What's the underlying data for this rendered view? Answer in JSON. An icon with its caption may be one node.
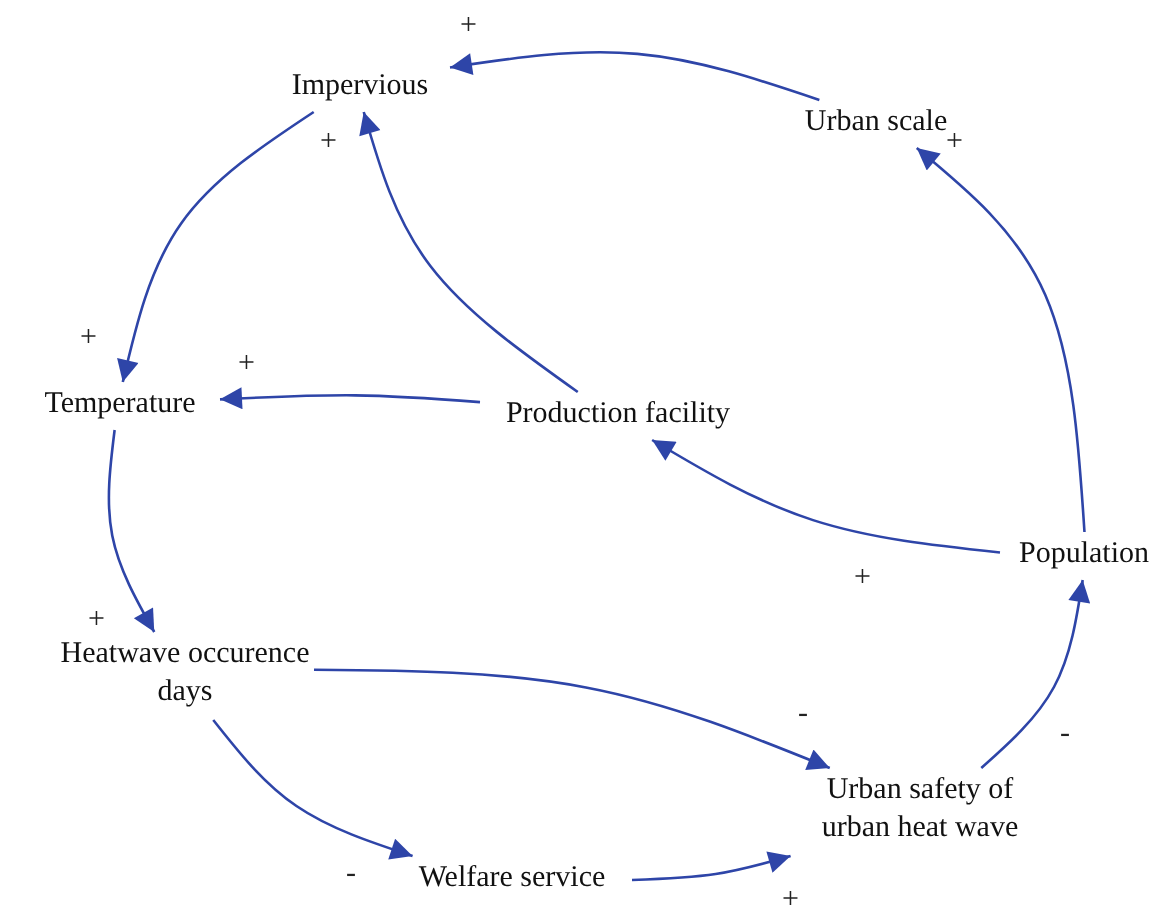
{
  "diagram": {
    "nodes": [
      {
        "text": [
          "Impervious"
        ]
      },
      {
        "text": [
          "Urban scale"
        ]
      },
      {
        "text": [
          "Temperature"
        ]
      },
      {
        "text": [
          "Production facility"
        ]
      },
      {
        "text": [
          "Population"
        ]
      },
      {
        "text": [
          "Heatwave occurence days"
        ]
      },
      {
        "text": [
          "Urban safety of urban heat wave"
        ]
      },
      {
        "text": [
          "Welfare service"
        ]
      }
    ],
    "edges": [
      {
        "from": 1,
        "to": 0,
        "arrow": "to",
        "label": "+"
      },
      {
        "from": 3,
        "to": 0,
        "arrow": "to",
        "label": "+"
      },
      {
        "from": 0,
        "to": 2,
        "arrow": "to",
        "label": "+"
      },
      {
        "from": 3,
        "to": 2,
        "arrow": "to",
        "label": "+"
      },
      {
        "from": 4,
        "to": 1,
        "arrow": "to",
        "label": "+"
      },
      {
        "from": 4,
        "to": 3,
        "arrow": "to",
        "label": "+"
      },
      {
        "from": 2,
        "to": 5,
        "arrow": "to",
        "label": "+"
      },
      {
        "from": 5,
        "to": 6,
        "arrow": "to",
        "label": "-"
      },
      {
        "from": 5,
        "to": 7,
        "arrow": "to",
        "label": "-"
      },
      {
        "from": 7,
        "to": 6,
        "arrow": "to",
        "label": "+"
      },
      {
        "from": 6,
        "to": 4,
        "arrow": "to",
        "label": "-"
      }
    ]
  }
}
